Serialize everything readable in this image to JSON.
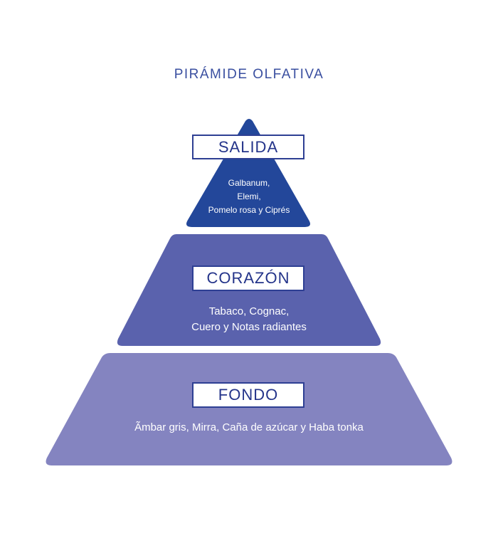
{
  "title": "PIRÁMIDE OLFATIVA",
  "colors": {
    "top": "#23479a",
    "middle": "#5a62ad",
    "base": "#8484c0",
    "label_border": "#2e3f93",
    "label_text": "#24348a",
    "title_text": "#3a4fa0"
  },
  "tiers": {
    "top": {
      "label": "SALIDA",
      "notes": [
        "Galbanum,",
        "Elemi,",
        "Pomelo rosa y Ciprés"
      ]
    },
    "middle": {
      "label": "CORAZÓN",
      "notes": [
        "Tabaco, Cognac,",
        "Cuero y Notas radiantes"
      ]
    },
    "base": {
      "label": "FONDO",
      "notes": [
        "Ãmbar gris, Mirra, Caña de azúcar y Haba tonka"
      ]
    }
  }
}
